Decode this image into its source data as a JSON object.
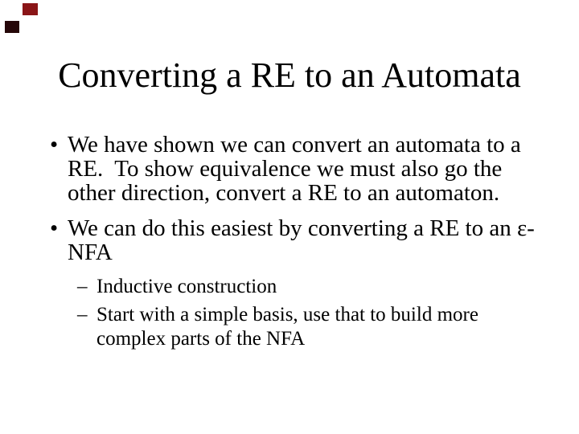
{
  "slide": {
    "title": "Converting a RE to an Automata",
    "bullets": [
      {
        "level": 1,
        "marker": "•",
        "lines": [
          "We have shown we can convert an automata to a",
          "RE.  To show equivalence we must also go the",
          "other direction, convert a RE to an automaton."
        ]
      },
      {
        "level": 1,
        "marker": "•",
        "lines": [
          "We can do this easiest by converting a RE to an ε-",
          "NFA"
        ]
      },
      {
        "level": 2,
        "marker": "–",
        "lines": [
          "Inductive construction"
        ]
      },
      {
        "level": 2,
        "marker": "–",
        "lines": [
          "Start with a simple basis, use that to build more",
          "complex parts of the NFA"
        ]
      }
    ],
    "decorations": {
      "corner_mark_top_color": "#8a1517",
      "corner_mark_bottom_color": "#260709"
    },
    "colors": {
      "background": "#ffffff",
      "text": "#000000"
    }
  }
}
